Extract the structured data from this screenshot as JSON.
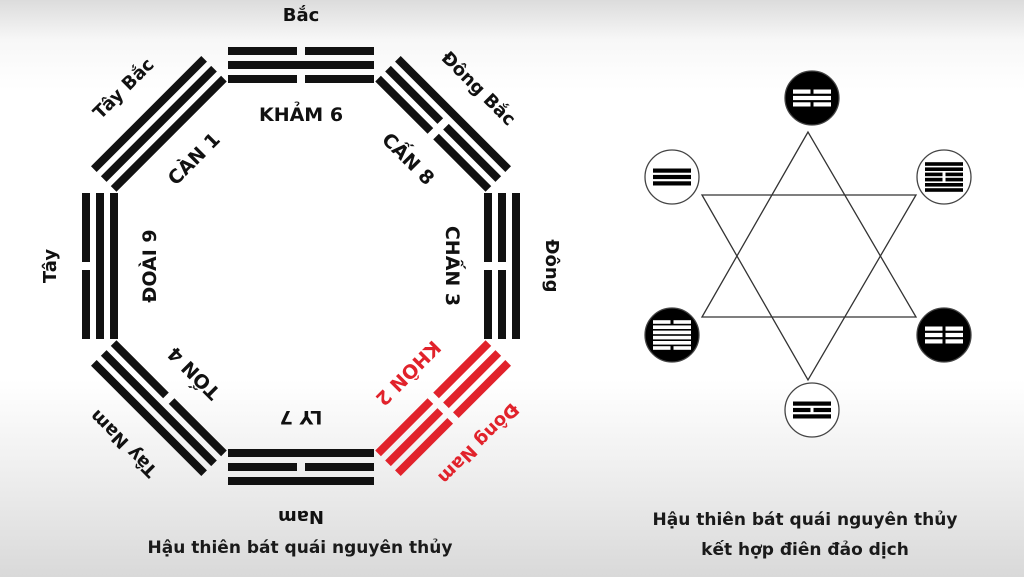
{
  "colors": {
    "ink": "#111111",
    "highlight": "#e1222b"
  },
  "bagua": {
    "caption": "Hậu thiên bát quái nguyên thủy",
    "trigrams": [
      {
        "direction": "Bắc",
        "name": "KHẢM 6",
        "lines": [
          "broken",
          "solid",
          "broken"
        ],
        "highlight": false
      },
      {
        "direction": "Đông Bắc",
        "name": "CẤN 8",
        "lines": [
          "solid",
          "broken",
          "broken"
        ],
        "highlight": false
      },
      {
        "direction": "Đông",
        "name": "CHẤN 3",
        "lines": [
          "solid",
          "broken",
          "broken"
        ],
        "highlight": false
      },
      {
        "direction": "Đông Nam",
        "name": "KHÔN 2",
        "lines": [
          "broken",
          "broken",
          "broken"
        ],
        "highlight": true
      },
      {
        "direction": "Nam",
        "name": "LY 7",
        "lines": [
          "solid",
          "broken",
          "solid"
        ],
        "highlight": false
      },
      {
        "direction": "Tây Nam",
        "name": "TỐN 4",
        "lines": [
          "solid",
          "solid",
          "broken"
        ],
        "highlight": false
      },
      {
        "direction": "Tây",
        "name": "ĐOÀI 9",
        "lines": [
          "broken",
          "solid",
          "solid"
        ],
        "highlight": false
      },
      {
        "direction": "Tây Bắc",
        "name": "CÀN 1",
        "lines": [
          "solid",
          "solid",
          "solid"
        ],
        "highlight": false
      }
    ]
  },
  "star": {
    "caption_line1": "Hậu thiên bát quái nguyên thủy",
    "caption_line2": "kết hợp điên đảo dịch",
    "nodes": [
      {
        "position": "top",
        "filled": true,
        "lines": [
          "broken",
          "solid",
          "broken"
        ]
      },
      {
        "position": "top-right",
        "filled": false,
        "lines": [
          "solid",
          "solid",
          "broken",
          "broken",
          "solid",
          "solid"
        ]
      },
      {
        "position": "bottom-right",
        "filled": true,
        "lines": [
          "broken",
          "broken",
          "broken"
        ]
      },
      {
        "position": "bottom",
        "filled": false,
        "lines": [
          "solid",
          "broken",
          "solid"
        ]
      },
      {
        "position": "bottom-left",
        "filled": true,
        "lines": [
          "broken",
          "solid",
          "solid",
          "solid",
          "solid",
          "broken"
        ]
      },
      {
        "position": "top-left",
        "filled": false,
        "lines": [
          "solid",
          "solid",
          "solid"
        ]
      }
    ]
  }
}
